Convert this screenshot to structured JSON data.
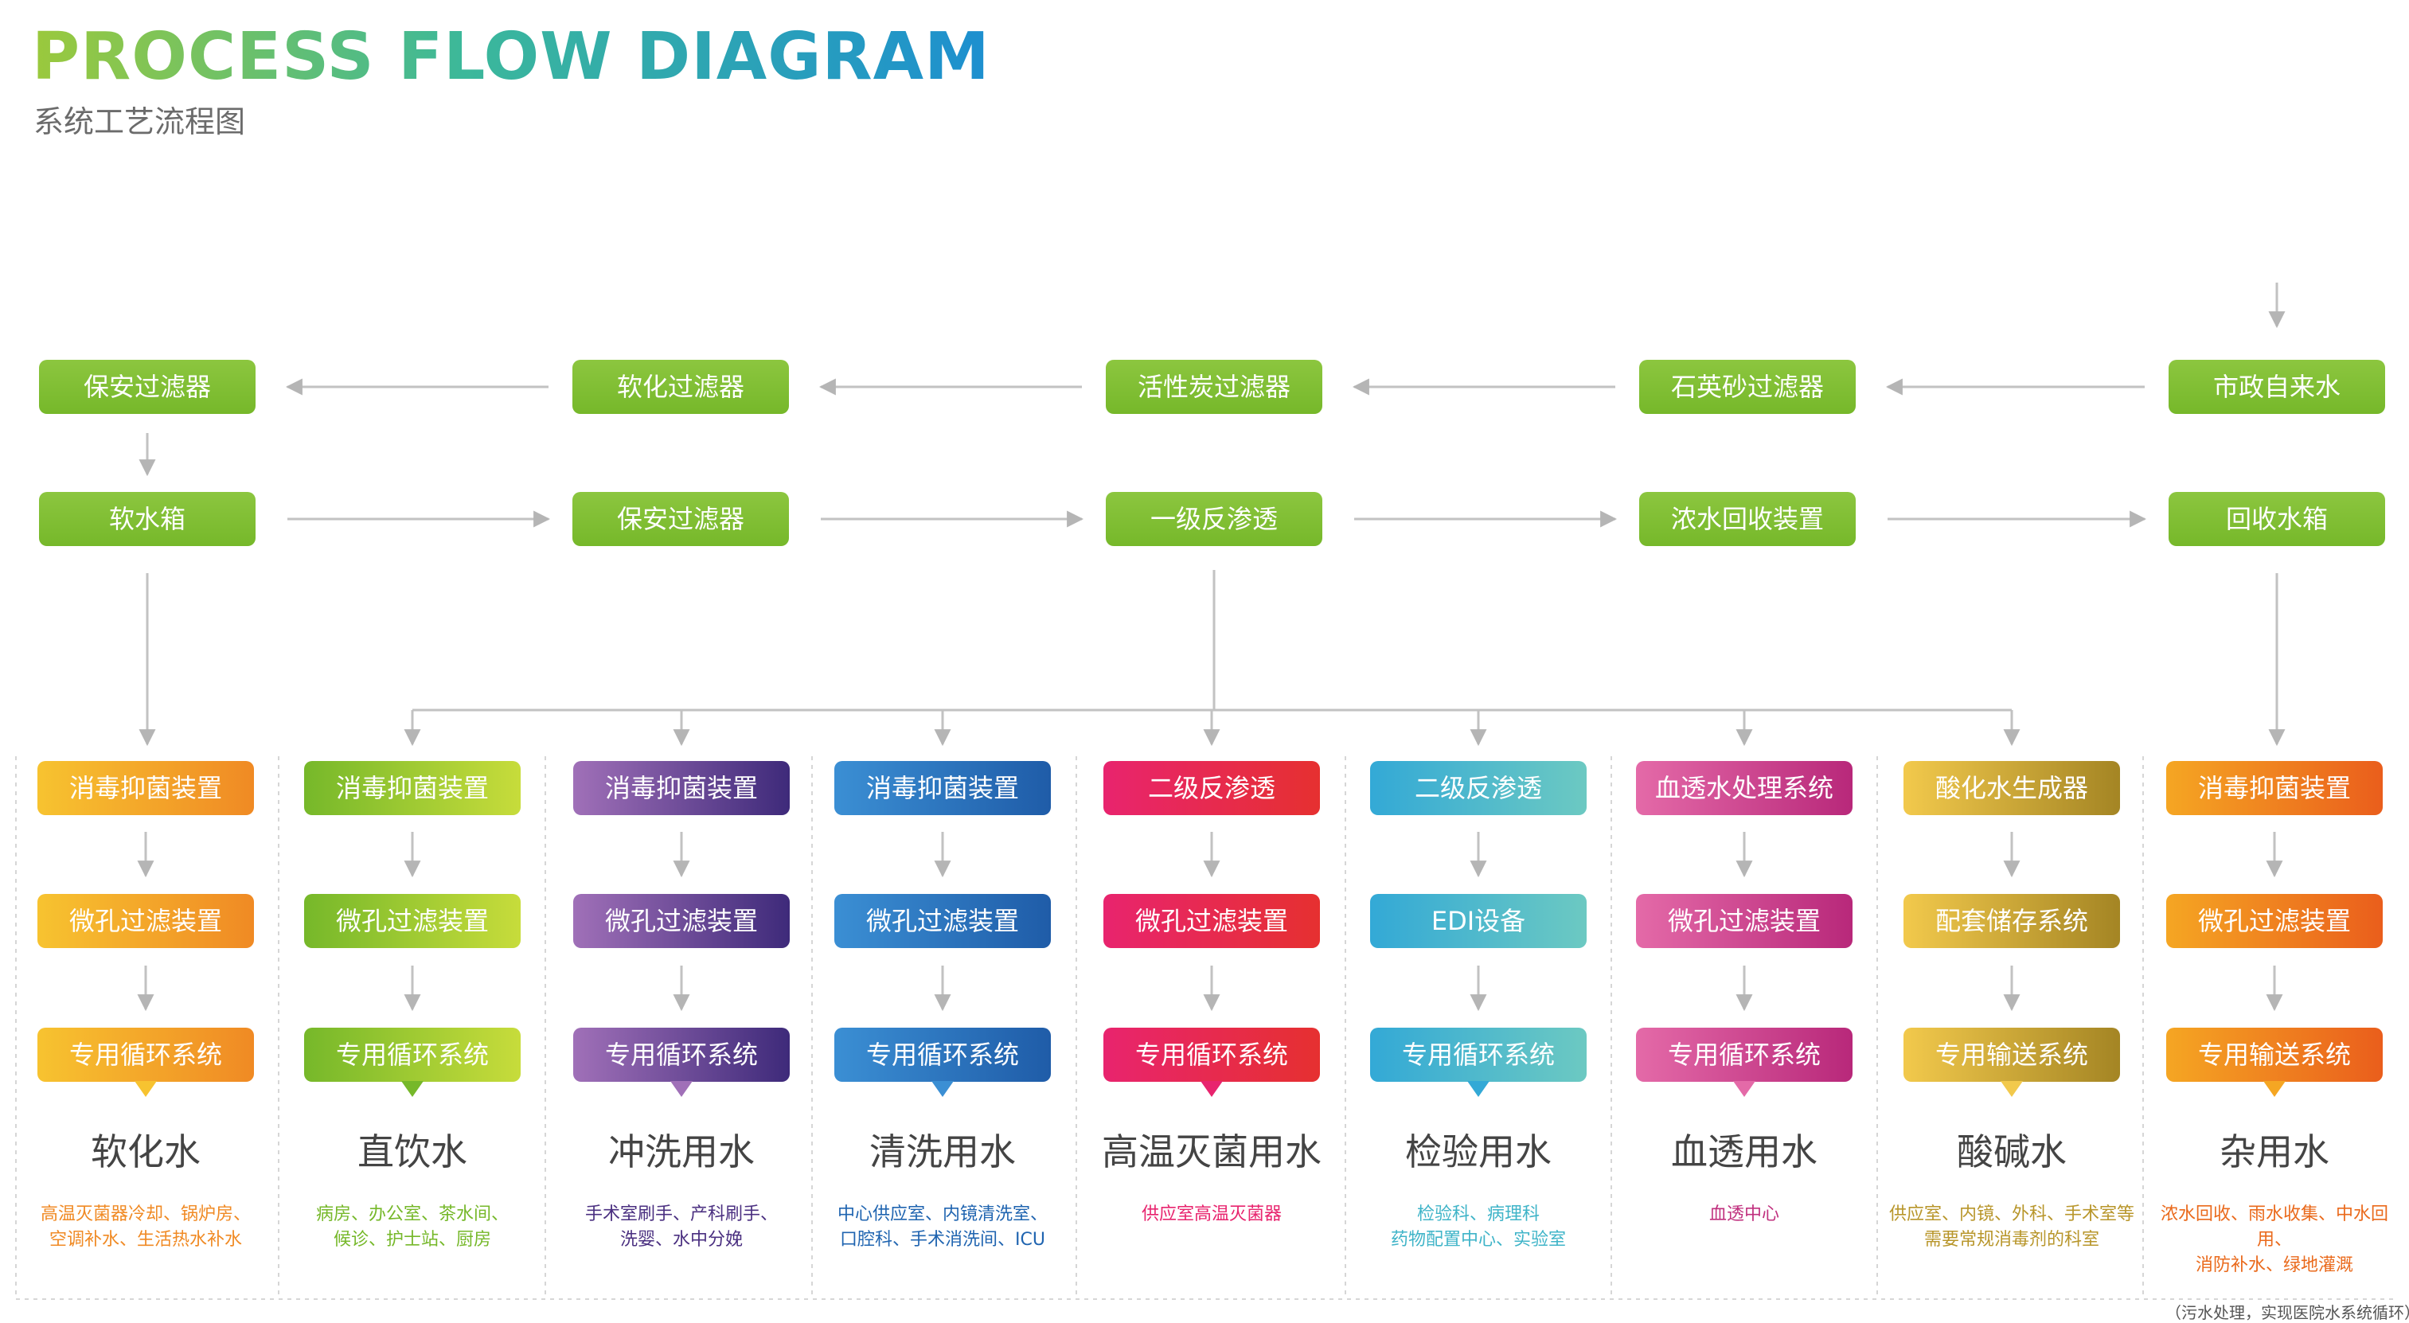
{
  "header": {
    "title": "PROCESS FLOW DIAGRAM",
    "subtitle": "系统工艺流程图"
  },
  "top_flow": {
    "row1": [
      "保安过滤器",
      "软化过滤器",
      "活性炭过滤器",
      "石英砂过滤器",
      "市政自来水"
    ],
    "row2": [
      "软水箱",
      "保安过滤器",
      "一级反渗透",
      "浓水回收装置",
      "回收水箱"
    ]
  },
  "columns": [
    {
      "colors": [
        "#f7c330",
        "#f08a24"
      ],
      "steps": [
        "消毒抑菌装置",
        "微孔过滤装置",
        "专用循环系统"
      ],
      "usage": "软化水",
      "uses_lines": [
        "高温灭菌器冷却、锅炉房、",
        "空调补水、生活热水补水"
      ],
      "uses_color": "#f08a24"
    },
    {
      "colors": [
        "#76b82a",
        "#c7dc3b"
      ],
      "steps": [
        "消毒抑菌装置",
        "微孔过滤装置",
        "专用循环系统"
      ],
      "usage": "直饮水",
      "uses_lines": [
        "病房、办公室、茶水间、",
        "候诊、护士站、厨房"
      ],
      "uses_color": "#76b82a"
    },
    {
      "colors": [
        "#a070b8",
        "#3e2a7a"
      ],
      "steps": [
        "消毒抑菌装置",
        "微孔过滤装置",
        "专用循环系统"
      ],
      "usage": "冲洗用水",
      "uses_lines": [
        "手术室刷手、产科刷手、",
        "洗婴、水中分娩"
      ],
      "uses_color": "#4a2f80"
    },
    {
      "colors": [
        "#3b8fd4",
        "#1f5ca8"
      ],
      "steps": [
        "消毒抑菌装置",
        "微孔过滤装置",
        "专用循环系统"
      ],
      "usage": "清洗用水",
      "uses_lines": [
        "中心供应室、内镜清洗室、",
        "口腔科、手术消洗间、ICU"
      ],
      "uses_color": "#1f64b0"
    },
    {
      "colors": [
        "#e8246e",
        "#e63030"
      ],
      "steps": [
        "二级反渗透",
        "微孔过滤装置",
        "专用循环系统"
      ],
      "usage": "高温灭菌用水",
      "uses_lines": [
        "供应室高温灭菌器"
      ],
      "uses_color": "#e8246e"
    },
    {
      "colors": [
        "#33a9d6",
        "#6cc9c2"
      ],
      "steps": [
        "二级反渗透",
        "EDI设备",
        "专用循环系统"
      ],
      "usage": "检验用水",
      "uses_lines": [
        "检验科、病理科",
        "药物配置中心、实验室"
      ],
      "uses_color": "#3fb4c8"
    },
    {
      "colors": [
        "#e46aa8",
        "#b8287a"
      ],
      "steps": [
        "血透水处理系统",
        "微孔过滤装置",
        "专用循环系统"
      ],
      "usage": "血透用水",
      "uses_lines": [
        "血透中心"
      ],
      "uses_color": "#c0307e"
    },
    {
      "colors": [
        "#f2c94c",
        "#a48524"
      ],
      "steps": [
        "酸化水生成器",
        "配套储存系统",
        "专用输送系统"
      ],
      "usage": "酸碱水",
      "uses_lines": [
        "供应室、内镜、外科、手术室等",
        "需要常规消毒剂的科室"
      ],
      "uses_color": "#b8962b"
    },
    {
      "colors": [
        "#f5a623",
        "#ea5e1c"
      ],
      "steps": [
        "消毒抑菌装置",
        "微孔过滤装置",
        "专用输送系统"
      ],
      "usage": "杂用水",
      "uses_lines": [
        "浓水回收、雨水收集、中水回用、",
        "消防补水、绿地灌溉"
      ],
      "uses_color": "#ea6a1c"
    }
  ],
  "footnote": "（污水处理，实现医院水系统循环）"
}
